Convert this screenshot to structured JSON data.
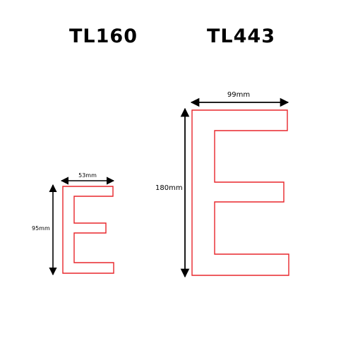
{
  "products": [
    {
      "code": "TL160",
      "width_label": "53mm",
      "height_label": "95mm"
    },
    {
      "code": "TL443",
      "width_label": "99mm",
      "height_label": "180mm"
    }
  ],
  "colors": {
    "letter_outline": "#e8262b",
    "dimension_lines": "#000000",
    "text": "#000000",
    "background": "#ffffff"
  }
}
